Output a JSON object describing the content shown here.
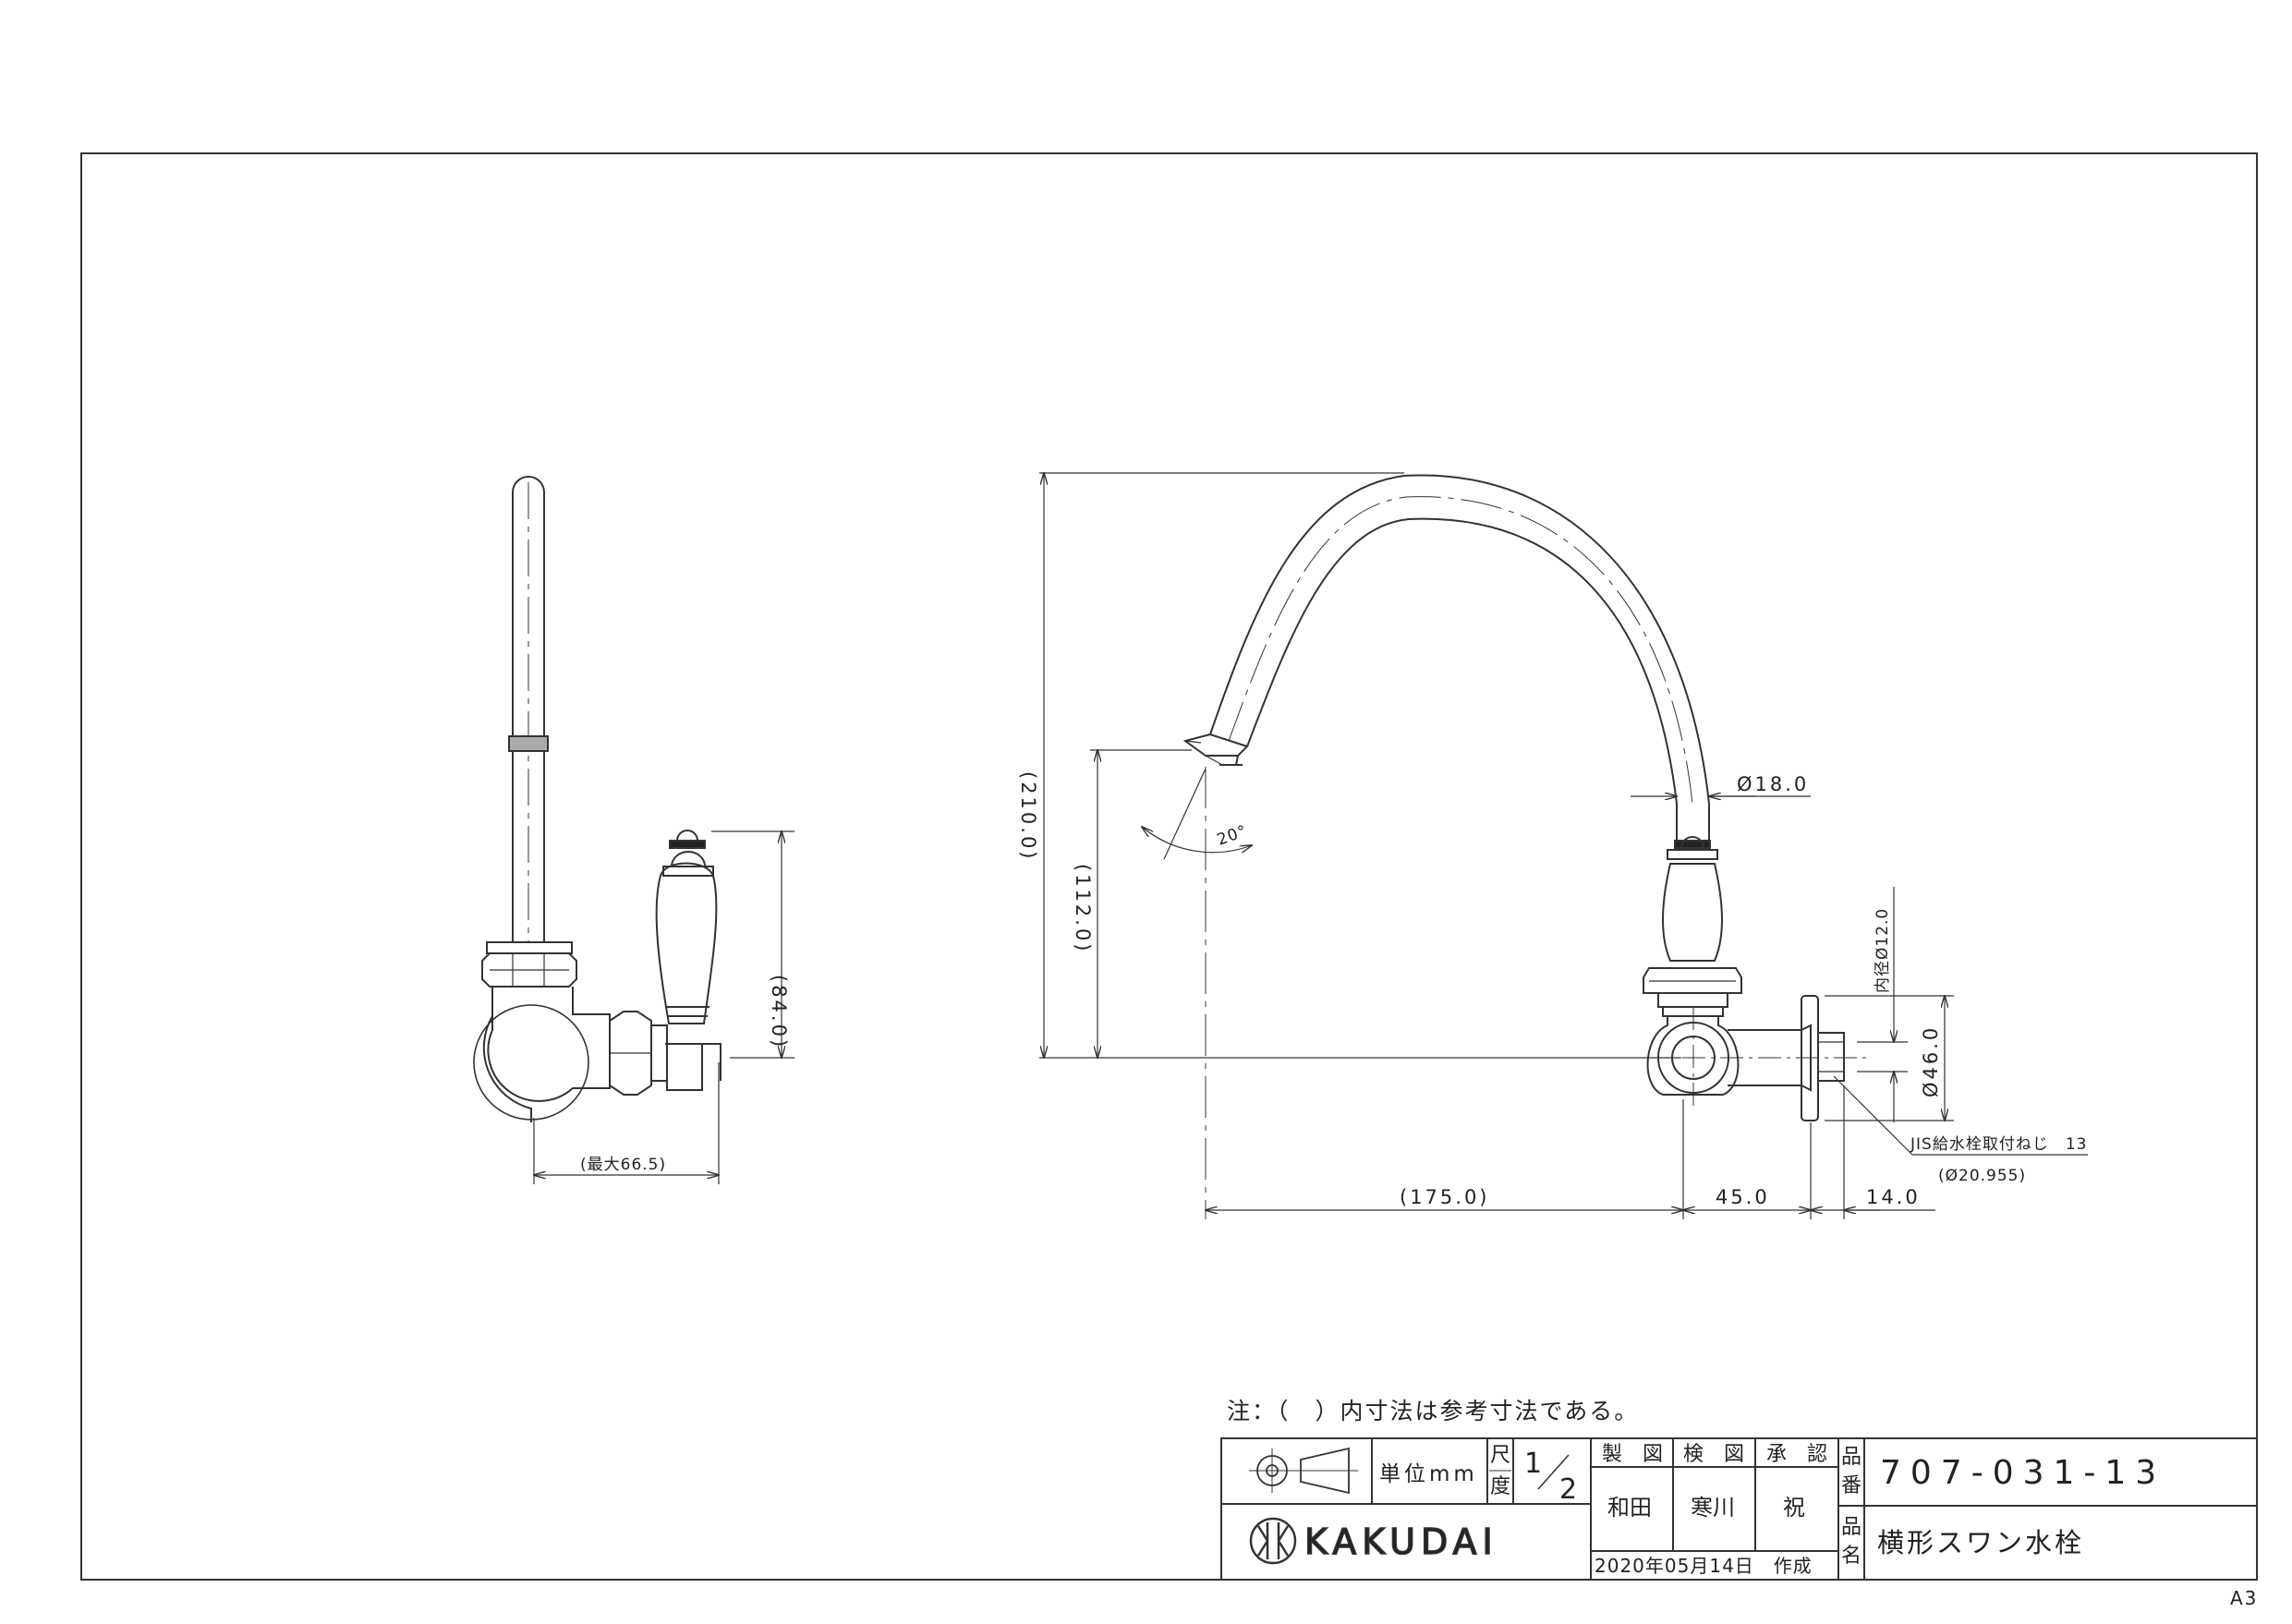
{
  "sheet_size": "A3",
  "note": "注：（　）内寸法は参考寸法である。",
  "dimensions": {
    "side_height": "(84.0)",
    "side_width": "(最大66.5)",
    "total_height": "(210.0)",
    "spout_height": "(112.0)",
    "spout_angle": "20°",
    "pipe_dia": "Ø18.0",
    "inner_dia": "内径Ø12.0",
    "flange_dia": "Ø46.0",
    "reach": "(175.0)",
    "body_len": "45.0",
    "thread_len": "14.0",
    "thread_spec": "JIS給水栓取付ねじ　13",
    "thread_dia": "(Ø20.955)"
  },
  "title_block": {
    "unit_label": "単位mm",
    "scale_label_top": "尺",
    "scale_label_bottom": "度",
    "scale_num": "1",
    "scale_den": "2",
    "drawn_label": "製　図",
    "checked_label": "検　図",
    "approved_label": "承　認",
    "drawn_by": "和田",
    "checked_by": "寒川",
    "approved_by": "祝",
    "part_no_label_1": "品",
    "part_no_label_2": "番",
    "part_name_label_1": "品",
    "part_name_label_2": "名",
    "part_no": "707-031-13",
    "part_name": "横形スワン水栓",
    "company": "KAKUDAI",
    "date": "2020年05月14日　作成"
  }
}
